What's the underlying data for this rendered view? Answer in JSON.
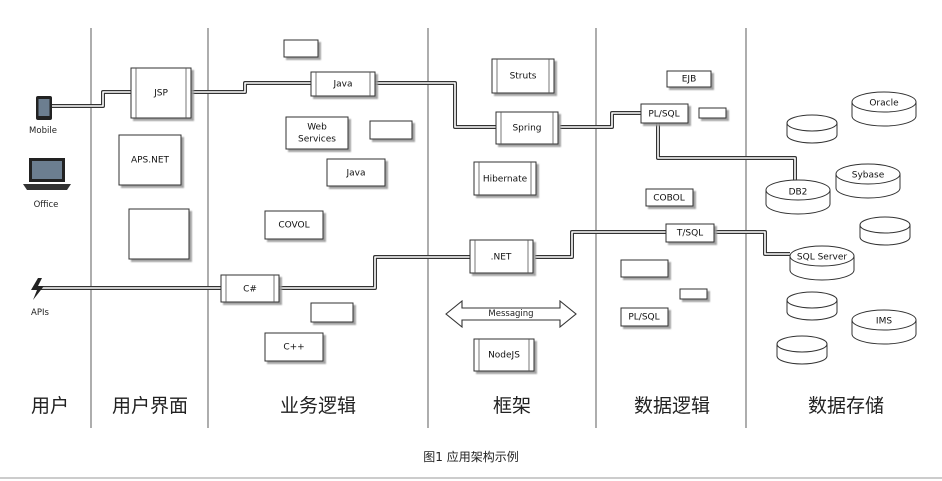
{
  "lanes": {
    "user": "用户",
    "ui": "用户界面",
    "business": "业务逻辑",
    "framework": "框架",
    "data_logic": "数据逻辑",
    "storage": "数据存储"
  },
  "clients": {
    "mobile": "Mobile",
    "office": "Office",
    "apis": "APIs"
  },
  "ui": {
    "jsp": "JSP",
    "aspnet": "APS.NET"
  },
  "business": {
    "java1": "Java",
    "web_services_1": "Web",
    "web_services_2": "Services",
    "java2": "Java",
    "covol": "COVOL",
    "csharp": "C#",
    "cpp": "C++"
  },
  "framework": {
    "struts": "Struts",
    "spring": "Spring",
    "hibernate": "Hibernate",
    "dotnet": ".NET",
    "messaging": "Messaging",
    "nodejs": "NodeJS"
  },
  "data_logic": {
    "ejb": "EJB",
    "plsql1": "PL/SQL",
    "cobol": "COBOL",
    "tsql": "T/SQL",
    "plsql2": "PL/SQL"
  },
  "storage": {
    "oracle": "Oracle",
    "db2": "DB2",
    "sybase": "Sybase",
    "sqlserver": "SQL  Server",
    "ims": "IMS"
  },
  "caption": "图1 应用架构示例"
}
